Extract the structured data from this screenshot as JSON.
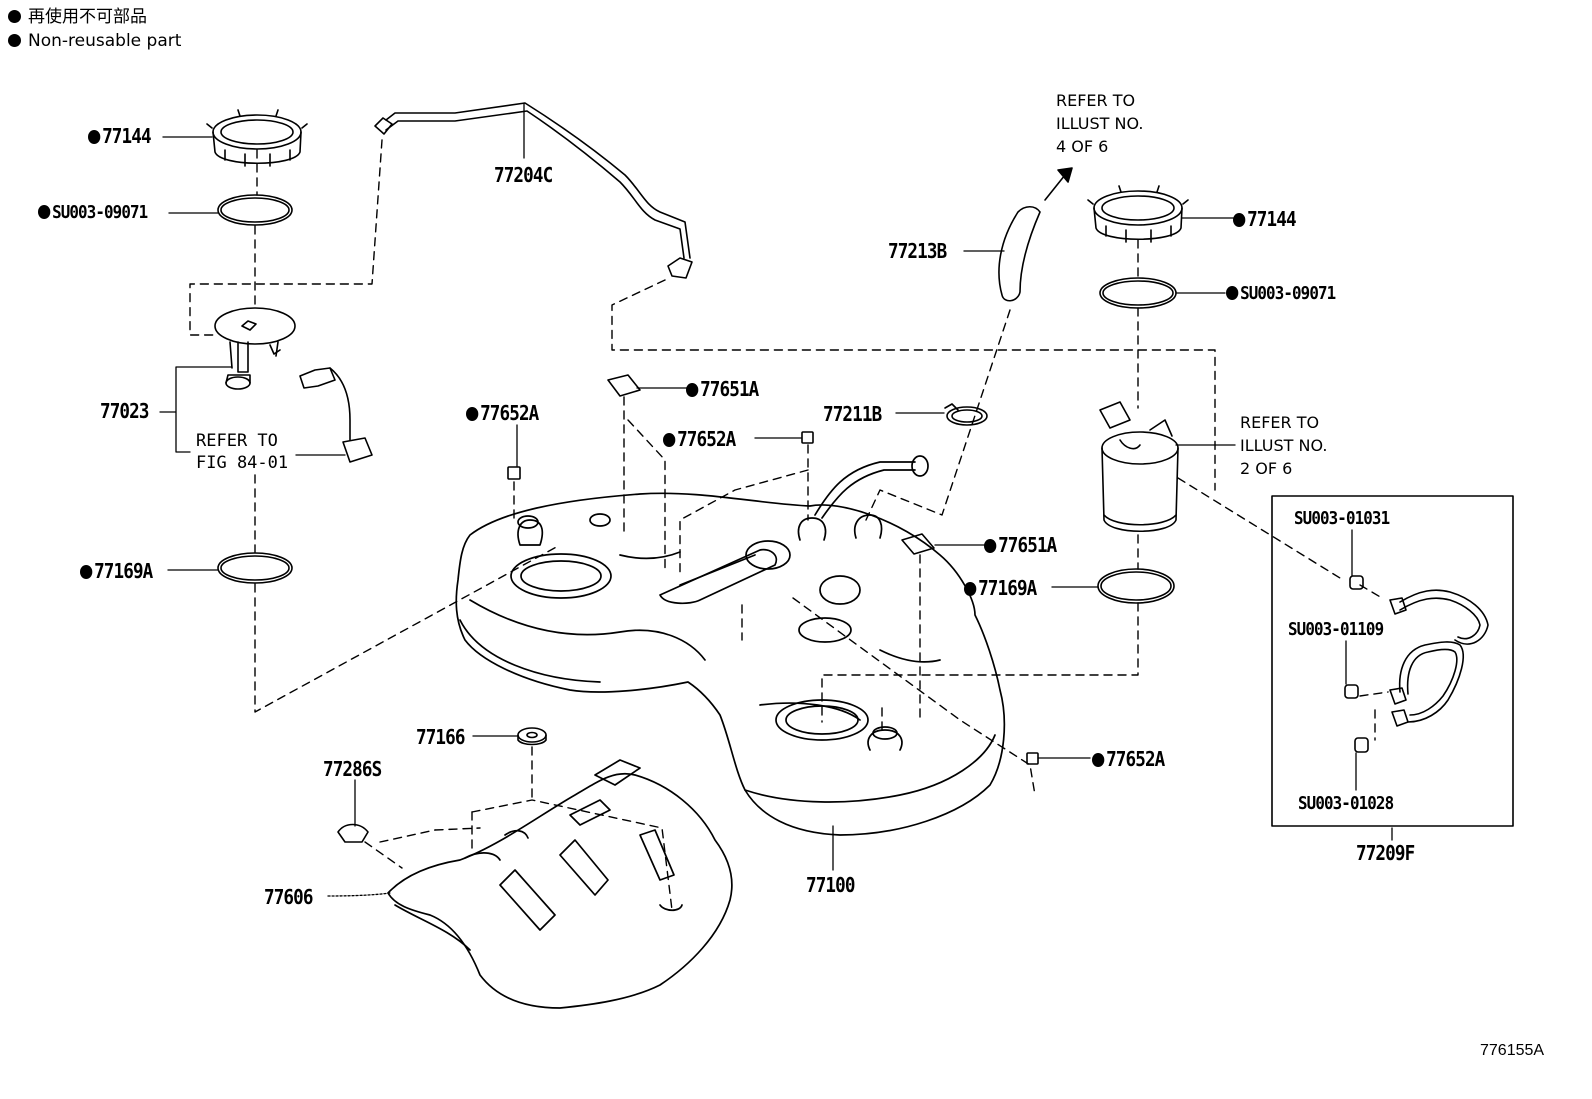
{
  "legend": {
    "non_reusable_jp": "再使用不可部品",
    "non_reusable_en": "Non-reusable part"
  },
  "parts": {
    "p77144_left": "77144",
    "p77144_right": "77144",
    "su09071_left": "SU003-09071",
    "su09071_right": "SU003-09071",
    "p77204c": "77204C",
    "p77213b": "77213B",
    "p77023": "77023",
    "p77652a_1": "77652A",
    "p77651a_1": "77651A",
    "p77652a_2": "77652A",
    "p77211b": "77211B",
    "p77651a_2": "77651A",
    "p77169a_left": "77169A",
    "p77169a_right": "77169A",
    "p77166": "77166",
    "p77286s": "77286S",
    "p77652a_3": "77652A",
    "p77606": "77606",
    "p77100": "77100",
    "su01031": "SU003-01031",
    "su01109": "SU003-01109",
    "su01028": "SU003-01028",
    "p77209f": "77209F"
  },
  "references": {
    "fig_line1": "REFER TO",
    "fig_line2": "FIG 84-01",
    "illust4_line1": "REFER TO",
    "illust4_line2": "ILLUST NO.",
    "illust4_line3": "4 OF 6",
    "illust2_line1": "REFER TO",
    "illust2_line2": "ILLUST NO.",
    "illust2_line3": "2 OF 6"
  },
  "diagram_code": "776155A"
}
